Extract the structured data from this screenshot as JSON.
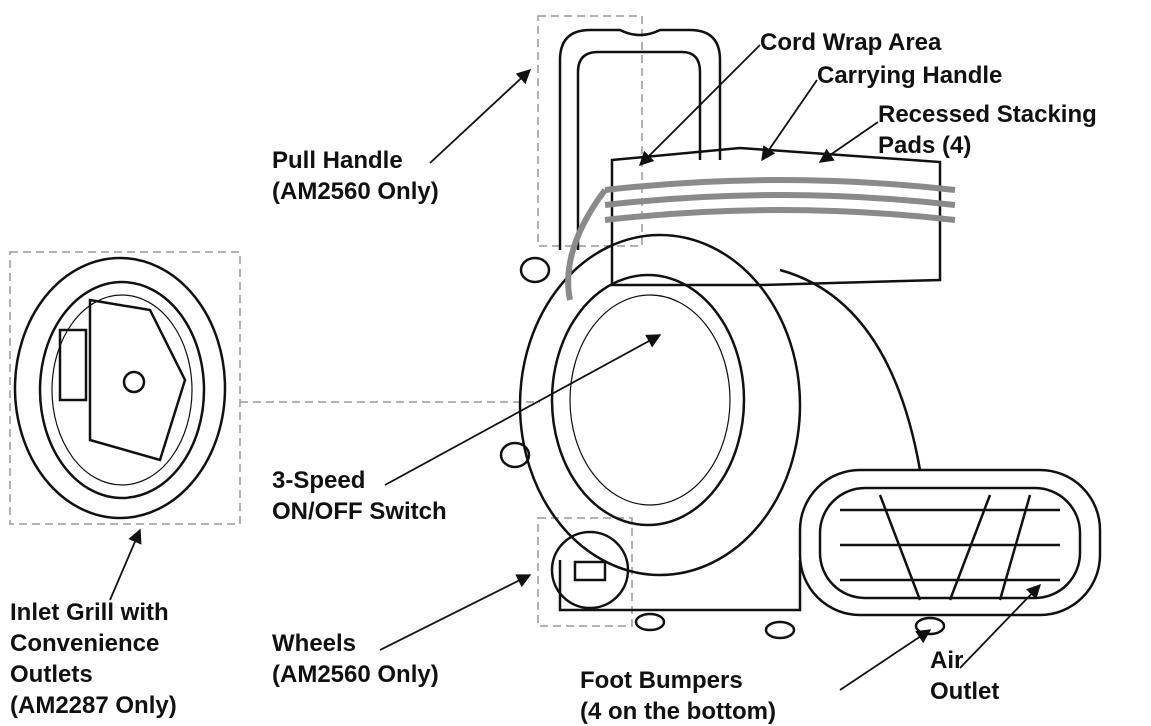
{
  "labels": {
    "cord_wrap": [
      "Cord Wrap Area"
    ],
    "carrying_handle": [
      "Carrying Handle"
    ],
    "stacking_pads": [
      "Recessed Stacking",
      "Pads (4)"
    ],
    "pull_handle": [
      "Pull Handle",
      "(AM2560 Only)"
    ],
    "switch": [
      "3-Speed",
      "ON/OFF Switch"
    ],
    "inlet_grill": [
      "Inlet Grill with",
      "Convenience",
      "Outlets",
      "(AM2287 Only)"
    ],
    "wheels": [
      "Wheels",
      "(AM2560 Only)"
    ],
    "foot_bumpers": [
      "Foot Bumpers",
      "(4 on the bottom)"
    ],
    "air_outlet": [
      "Air",
      "Outlet"
    ]
  },
  "colors": {
    "line": "#111111",
    "cord": "#8a8a8a",
    "dash": "#999999"
  }
}
